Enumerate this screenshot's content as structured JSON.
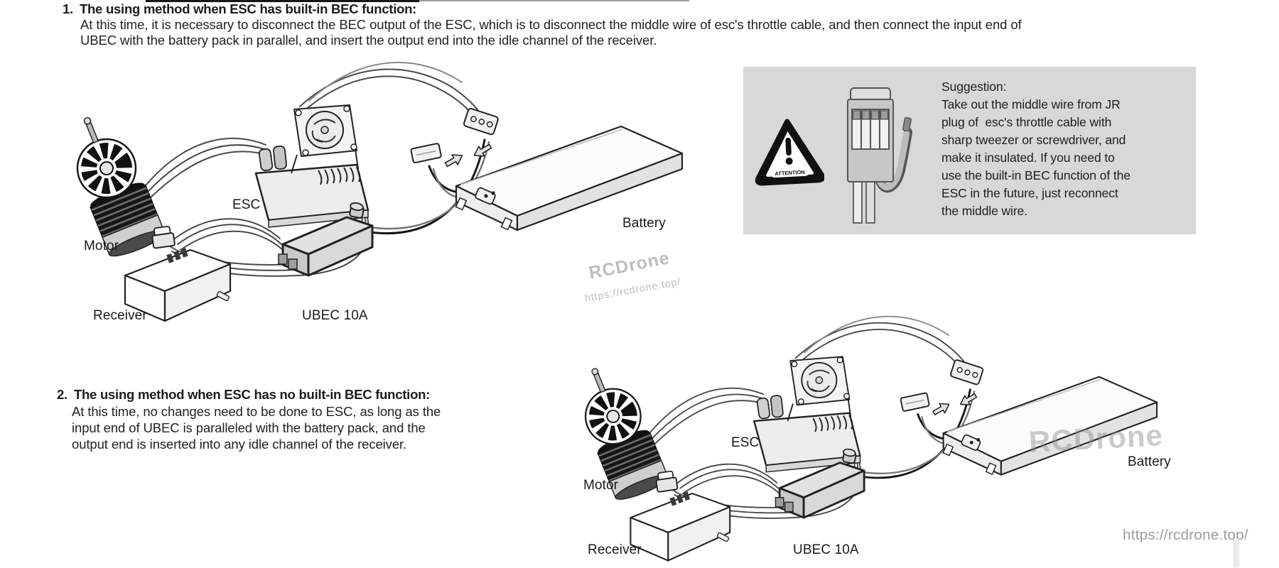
{
  "sections": [
    {
      "number": "1.",
      "heading": "The using method when ESC has built-in BEC function:",
      "body_lines": [
        "At this time, it is necessary to disconnect the BEC output of the ESC, which is to disconnect the middle wire of esc's throttle cable, and then connect the input end of",
        "UBEC with the battery pack in parallel, and insert the output end into the idle channel of the receiver."
      ]
    },
    {
      "number": "2.",
      "heading": "The using method when ESC has no built-in BEC function:",
      "body_lines": [
        "At this time, no changes need to be done to ESC, as long as the",
        "input end of UBEC is paralleled with the battery pack, and the",
        "output end is inserted into any idle channel of the receiver."
      ]
    }
  ],
  "diagram_labels": {
    "motor": "Motor",
    "esc": "ESC",
    "receiver": "Receiver",
    "ubec": "UBEC 10A",
    "battery": "Battery"
  },
  "suggestion": {
    "attention_label": "ATTENTION",
    "exclamation": "!",
    "lines": [
      "Suggestion:",
      "Take out the middle wire from JR",
      "plug of  esc's throttle cable with",
      "sharp tweezer or screwdriver, and",
      "make it insulated. If you need to",
      "use the built-in BEC function of the",
      "ESC in the future, just reconnect",
      "the middle wire."
    ]
  },
  "watermarks": {
    "brand": "RCDrone",
    "url": "https://rcdrone.top/"
  },
  "colors": {
    "suggestion_bg": "#d8d8d8",
    "text": "#1c1c1c",
    "watermark_mid": "#a0a0a0",
    "watermark_light": "#c9c9c9",
    "url_gray": "#9b9b9b"
  }
}
